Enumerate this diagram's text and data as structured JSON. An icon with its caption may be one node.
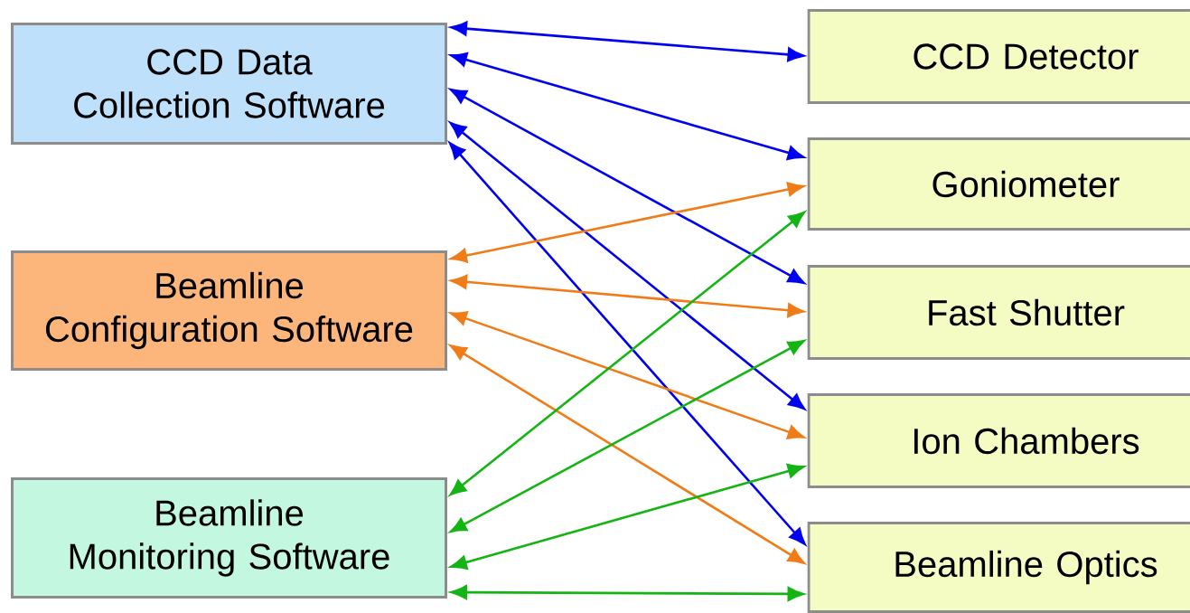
{
  "diagram": {
    "nodes": [
      {
        "text": [
          "CCD Data Collection Software"
        ]
      },
      {
        "text": [
          "Beamline Configuration Software"
        ]
      },
      {
        "text": [
          "Beamline Monitoring Software"
        ]
      },
      {
        "text": [
          "CCD Detector"
        ]
      },
      {
        "text": [
          "Goniometer"
        ]
      },
      {
        "text": [
          "Fast Shutter"
        ]
      },
      {
        "text": [
          "Ion Chambers"
        ]
      },
      {
        "text": [
          "Beamline Optics"
        ]
      }
    ],
    "edges": [
      {
        "from": 0,
        "to": 3,
        "arrow": "both"
      },
      {
        "from": 0,
        "to": 4,
        "arrow": "both"
      },
      {
        "from": 0,
        "to": 5,
        "arrow": "both"
      },
      {
        "from": 0,
        "to": 6,
        "arrow": "both"
      },
      {
        "from": 0,
        "to": 7,
        "arrow": "both"
      },
      {
        "from": 1,
        "to": 4,
        "arrow": "both",
        "color": "#f07c18"
      },
      {
        "from": 1,
        "to": 5,
        "arrow": "both",
        "color": "#f07c18"
      },
      {
        "from": 1,
        "to": 6,
        "arrow": "both",
        "color": "#f07c18"
      },
      {
        "from": 1,
        "to": 7,
        "arrow": "both",
        "color": "#f07c18"
      },
      {
        "from": 2,
        "to": 4,
        "arrow": "both",
        "color": "#14b414"
      },
      {
        "from": 2,
        "to": 5,
        "arrow": "both",
        "color": "#14b414"
      },
      {
        "from": 2,
        "to": 6,
        "arrow": "both",
        "color": "#14b414"
      },
      {
        "from": 2,
        "to": 7,
        "arrow": "both",
        "color": "#14b414"
      }
    ]
  }
}
